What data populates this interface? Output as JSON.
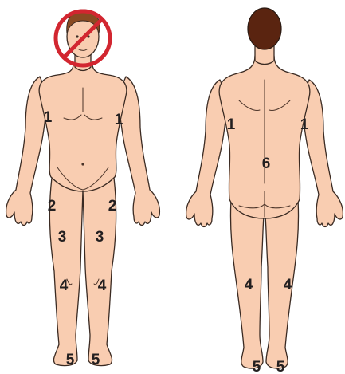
{
  "zones": {
    "front": [
      {
        "label": "1",
        "side": "right-chest"
      },
      {
        "label": "1",
        "side": "left-chest"
      },
      {
        "label": "2",
        "side": "right-hip"
      },
      {
        "label": "2",
        "side": "left-hip"
      },
      {
        "label": "3",
        "side": "right-thigh"
      },
      {
        "label": "3",
        "side": "left-thigh"
      },
      {
        "label": "4",
        "side": "right-shin"
      },
      {
        "label": "4",
        "side": "left-shin"
      },
      {
        "label": "5",
        "side": "right-foot"
      },
      {
        "label": "5",
        "side": "left-foot"
      }
    ],
    "back": [
      {
        "label": "1",
        "side": "left-shoulder-blade"
      },
      {
        "label": "1",
        "side": "right-shoulder-blade"
      },
      {
        "label": "6",
        "side": "lower-back"
      },
      {
        "label": "4",
        "side": "left-calf"
      },
      {
        "label": "4",
        "side": "right-calf"
      },
      {
        "label": "5",
        "side": "left-heel"
      },
      {
        "label": "5",
        "side": "right-heel"
      }
    ]
  },
  "prohibition_sign": {
    "meaning": "no-face",
    "color": "#d22630"
  },
  "colors": {
    "skin": "#f9cdb1",
    "hair": "#6b3417",
    "label": "#231f20"
  }
}
